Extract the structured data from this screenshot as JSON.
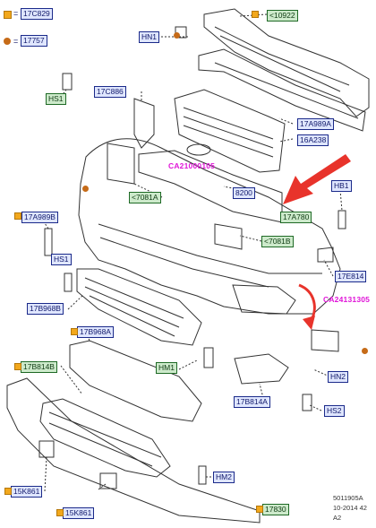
{
  "legend": {
    "square_label": "17C829",
    "dot_label": "17757",
    "equals": "="
  },
  "labels": {
    "l10922": "<10922",
    "hn1": "HN1",
    "hs1_top": "HS1",
    "l17c886": "17C886",
    "l17a989a": "17A989A",
    "l16a238": "16A238",
    "l7081a": "<7081A",
    "l8200": "8200",
    "l17a780": "17A780",
    "hb1": "HB1",
    "l17a989b": "17A989B",
    "l7081b": "<7081B",
    "hs1_mid": "HS1",
    "l17e814": "17E814",
    "l17b968b": "17B968B",
    "l17b968a": "17B968A",
    "l17b814b": "17B814B",
    "hm1": "HM1",
    "hn2": "HN2",
    "l17b814a": "17B814A",
    "hs2": "HS2",
    "hm2": "HM2",
    "l15k861_left": "15K861",
    "l15k861_bottom": "15K861",
    "l17830": "17830"
  },
  "codes": {
    "ca1": "CA21000105",
    "ca2": "CA24131305"
  },
  "footer": {
    "line1": "5011905A",
    "line2": "10-2014 42",
    "line3": "A2"
  },
  "colors": {
    "label_blue_bg": "#dfe6ff",
    "label_green_bg": "#cdeacb",
    "code_magenta": "#e015d8",
    "arrow_red": "#e8332b",
    "legend_square": "#f2a81d",
    "legend_dot": "#c66b18"
  }
}
